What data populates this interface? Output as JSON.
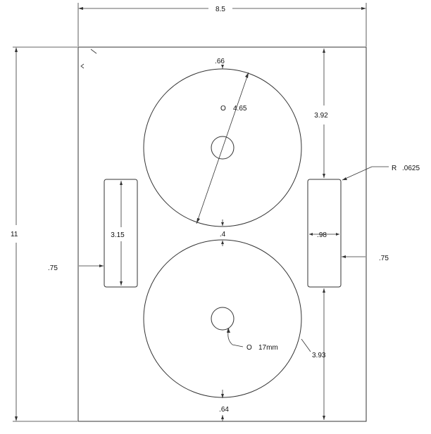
{
  "colors": {
    "stroke": "#333333",
    "text": "#111111",
    "background": "#ffffff"
  },
  "dimensions": {
    "sheet_width": "8.5",
    "sheet_height": "11",
    "top_margin": ".66",
    "disc_diameter": "4.65",
    "diameter_symbol": "O",
    "gap_between_discs": ".4",
    "bottom_margin": ".64",
    "hole_diameter": "17mm",
    "side_label_height": "3.15",
    "left_margin": ".75",
    "right_label_width": ".98",
    "right_margin": ".75",
    "upper_offset": "3.92",
    "lower_offset": "3.93",
    "radius_prefix": "R",
    "corner_radius": ".0625"
  }
}
